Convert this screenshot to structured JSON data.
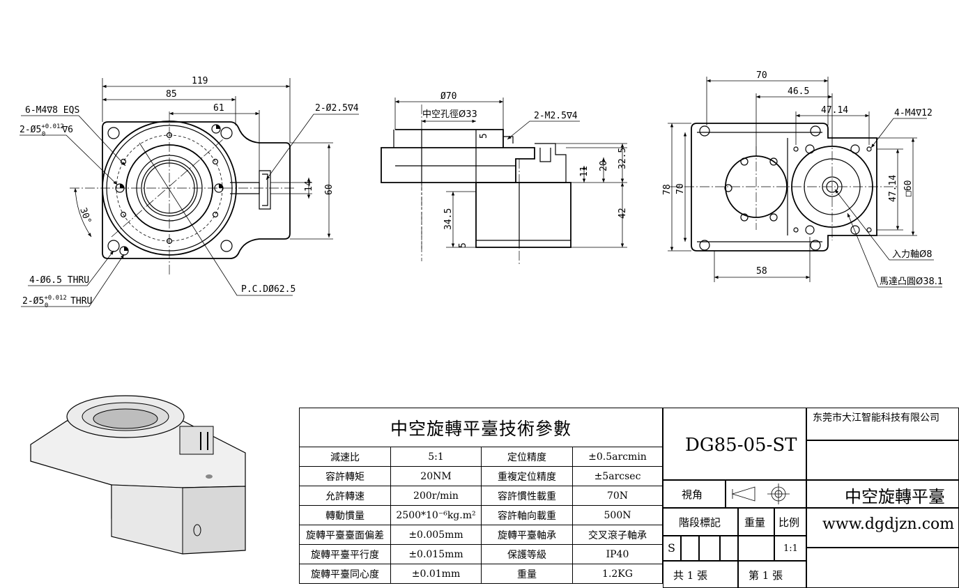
{
  "top_view": {
    "dim_119": "119",
    "dim_85": "85",
    "dim_61": "61",
    "dim_14": "14",
    "dim_60": "60",
    "dim_30deg": "30°",
    "note_m4": "6-M4∇8 EQS",
    "note_phi5_tol": "2-Ø5",
    "note_phi5_tol_sup": "+0.012",
    "note_phi5_tol_sub": "0",
    "note_phi5_depth": "∇6",
    "note_phi25": "2-Ø2.5∇4",
    "note_thru65": "4-Ø6.5 THRU",
    "note_phi5_thru": "2-Ø5",
    "note_phi5_thru_sup": "+0.012",
    "note_phi5_thru_sub": "0",
    "note_phi5_thru_tail": " THRU",
    "note_pcd": "P.C.DØ62.5"
  },
  "side_view": {
    "dim_phi70": "Ø70",
    "hollow_bore": "中空孔徑Ø33",
    "note_m25": "2-M2.5∇4",
    "dim_5_top": "5",
    "dim_32_5": "32.5",
    "dim_20": "20",
    "dim_11": "11",
    "dim_42": "42",
    "dim_34_5": "34.5",
    "dim_5_bottom": "5"
  },
  "bottom_view": {
    "dim_70": "70",
    "dim_46_5": "46.5",
    "dim_47_14_top": "47.14",
    "note_m4_12": "4-M4∇12",
    "dim_78": "78",
    "dim_70_v": "70",
    "dim_47_14_v": "47.14",
    "dim_sq60": "□60",
    "note_input_shaft": "入力軸Ø8",
    "dim_58": "58",
    "note_motor_boss": "馬達凸圓Ø38.1"
  },
  "spec_table": {
    "title": "中空旋轉平臺技術參數",
    "rows": [
      [
        "減速比",
        "5:1",
        "定位精度",
        "±0.5arcmin"
      ],
      [
        "容許轉矩",
        "20NM",
        "重複定位精度",
        "±5arcsec"
      ],
      [
        "允許轉速",
        "200r/min",
        "容許慣性載重",
        "70N"
      ],
      [
        "轉動慣量",
        "2500*10⁻⁶kg.m²",
        "容許軸向載重",
        "500N"
      ],
      [
        "旋轉平臺臺面偏差",
        "±0.005mm",
        "旋轉平臺軸承",
        "交叉滾子軸承"
      ],
      [
        "旋轉平臺平行度",
        "±0.015mm",
        "保護等級",
        "IP40"
      ],
      [
        "旋轉平臺同心度",
        "±0.01mm",
        "重量",
        "1.2KG"
      ]
    ]
  },
  "title_block": {
    "model": "DG85-05-ST",
    "company": "东莞市大江智能科技有限公司",
    "product_name": "中空旋轉平臺",
    "website": "www.dgdjzn.com",
    "view_angle_label": "視角",
    "stage_mark_label": "階段標記",
    "weight_label": "重量",
    "scale_label": "比例",
    "stage_value": "S",
    "scale_value": "1:1",
    "total_sheets": "共 1 張",
    "sheet_number": "第 1 張"
  }
}
